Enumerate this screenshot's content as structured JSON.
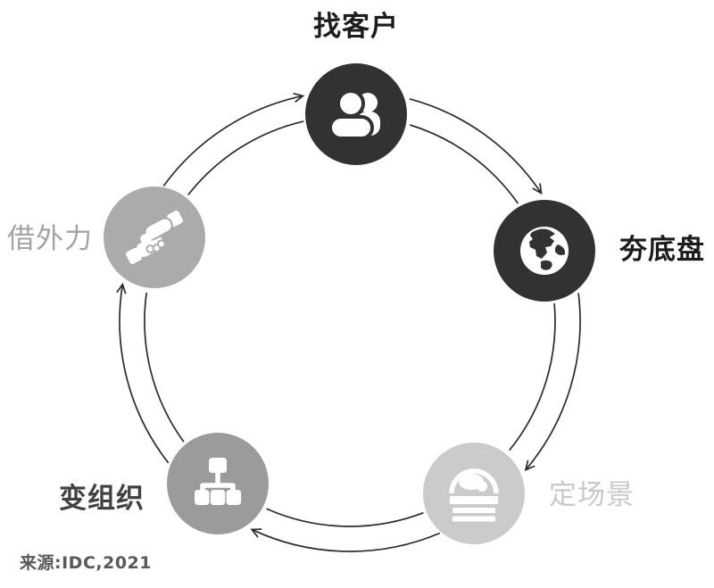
{
  "diagram": {
    "type": "circular-flow",
    "direction": "clockwise",
    "background": "#ffffff",
    "arrow_color": "#2b2b2b",
    "nodes": [
      {
        "label": "找客户",
        "position": "top",
        "icon": "users-icon",
        "circle_color": "#323232",
        "label_color": "#1c1c1c"
      },
      {
        "label": "夯底盘",
        "position": "right",
        "icon": "globe-icon",
        "circle_color": "#323232",
        "label_color": "#1c1c1c"
      },
      {
        "label": "定场景",
        "position": "bottom-right",
        "icon": "stage-scene-icon",
        "circle_color": "#cbcbcb",
        "label_color": "#c9c9c9"
      },
      {
        "label": "变组织",
        "position": "bottom-left",
        "icon": "org-chart-icon",
        "circle_color": "#9b9b9b",
        "label_color": "#414141"
      },
      {
        "label": "借外力",
        "position": "left",
        "icon": "handshake-icon",
        "circle_color": "#ababab",
        "label_color": "#a3a3a3"
      }
    ]
  },
  "source": {
    "label": "来源:IDC,2021"
  }
}
